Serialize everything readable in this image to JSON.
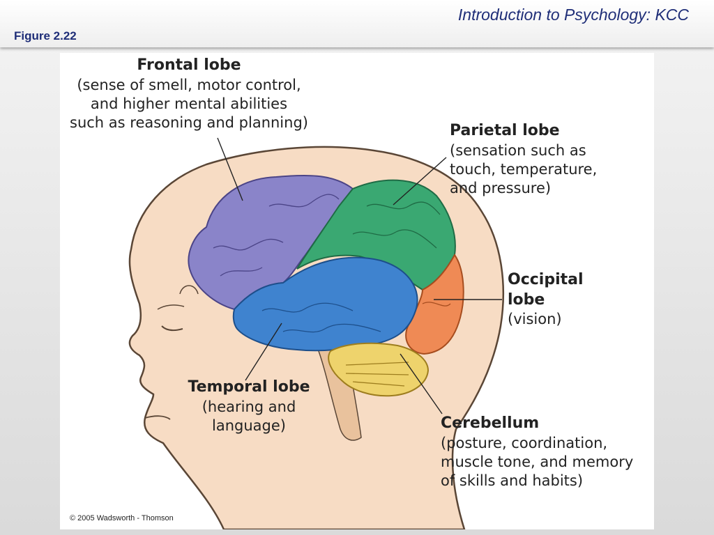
{
  "header": {
    "course_title": "Introduction to Psychology: KCC",
    "figure_label": "Figure 2.22"
  },
  "diagram": {
    "labels": {
      "frontal": {
        "title": "Frontal lobe",
        "desc": [
          "(sense of smell, motor control,",
          "and higher mental abilities",
          "such as reasoning and planning)"
        ]
      },
      "parietal": {
        "title": "Parietal lobe",
        "desc": [
          "(sensation such as",
          "touch, temperature,",
          "and pressure)"
        ]
      },
      "occipital": {
        "title": [
          "Occipital",
          "lobe"
        ],
        "desc": [
          "(vision)"
        ]
      },
      "temporal": {
        "title": "Temporal lobe",
        "desc": [
          "(hearing and",
          "language)"
        ]
      },
      "cerebellum": {
        "title": "Cerebellum",
        "desc": [
          "(posture, coordination,",
          "muscle tone, and memory",
          "of skills and habits)"
        ]
      }
    },
    "colors": {
      "frontal": "#8a84c9",
      "parietal": "#3aa872",
      "occipital": "#ef8a55",
      "temporal": "#3f83cf",
      "cerebellum": "#eed36c",
      "skin": "#f7dcc4",
      "outline": "#5a4636"
    }
  },
  "copyright": "© 2005 Wadsworth - Thomson"
}
